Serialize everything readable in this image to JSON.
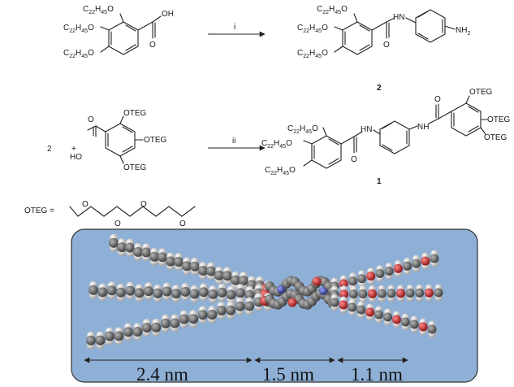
{
  "scheme": {
    "chain_label_text": "C",
    "chain_label_sub1": "22",
    "chain_label_h": "H",
    "chain_label_sub2": "45",
    "chain_label_o": "O",
    "acid_oh": "OH",
    "amine_nh": "HN",
    "amine_nh2": "NH",
    "amine_nh2_sub": "2",
    "amide_nh_right": "NH",
    "oxygen": "O",
    "ho": "HO",
    "oteg": "OTEG",
    "oteg_cut": "OTEG",
    "step_i": "i",
    "step_ii": "ii",
    "compound_2": "2",
    "compound_1": "1",
    "reactant_2": "2",
    "plus": "+",
    "oteg_definition": "OTEG ="
  },
  "model": {
    "panel_color": "#8fb0d6",
    "carbon_color": "#6e6e6e",
    "hydrogen_color": "#e8e8e8",
    "oxygen_color": "#d42a2a",
    "nitrogen_color": "#4a55b5",
    "dimensions": [
      {
        "label": "2.4 nm"
      },
      {
        "label": "1.5 nm"
      },
      {
        "label": "1.1 nm"
      }
    ]
  }
}
